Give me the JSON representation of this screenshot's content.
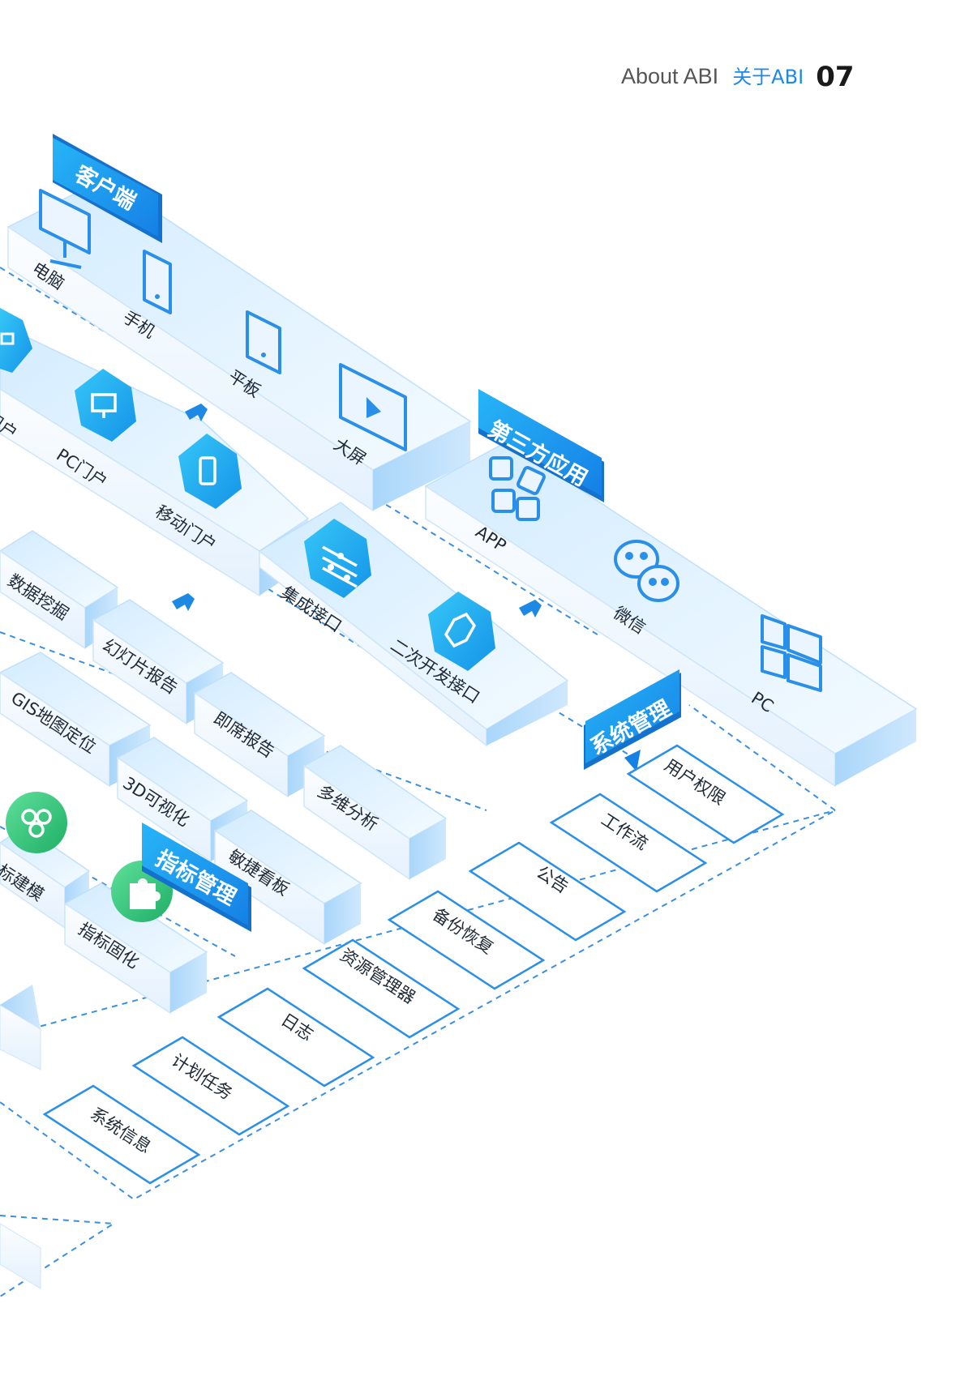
{
  "header": {
    "en": "About ABI",
    "cn": "关于ABI",
    "page_number": "07"
  },
  "tags": {
    "client": "客户端",
    "third_party": "第三方应用",
    "system_mgmt": "系统管理",
    "metric_mgmt": "指标管理"
  },
  "client_items": [
    "电脑",
    "手机",
    "平板",
    "大屏"
  ],
  "portal_items": [
    "门户",
    "PC门户",
    "移动门户"
  ],
  "interface_items": [
    "集成接口",
    "二次开发接口"
  ],
  "third_party_items": [
    "APP",
    "微信",
    "PC"
  ],
  "analysis_items": [
    "数据挖掘",
    "幻灯片报告",
    "即席报告",
    "多维分析",
    "GIS地图定位",
    "3D可视化",
    "敏捷看板"
  ],
  "metric_items": [
    "标建模",
    "指标固化"
  ],
  "system_items": [
    "用户权限",
    "工作流",
    "公告",
    "备份恢复",
    "资源管理器",
    "日志",
    "计划任务",
    "系统信息"
  ],
  "colors": {
    "accent": "#1e88e5",
    "tag": "#1a9cf0",
    "hex_icon": "#1ab2ee",
    "green_icon": "#2ec27e",
    "box_outline": "#2a8fe8"
  }
}
